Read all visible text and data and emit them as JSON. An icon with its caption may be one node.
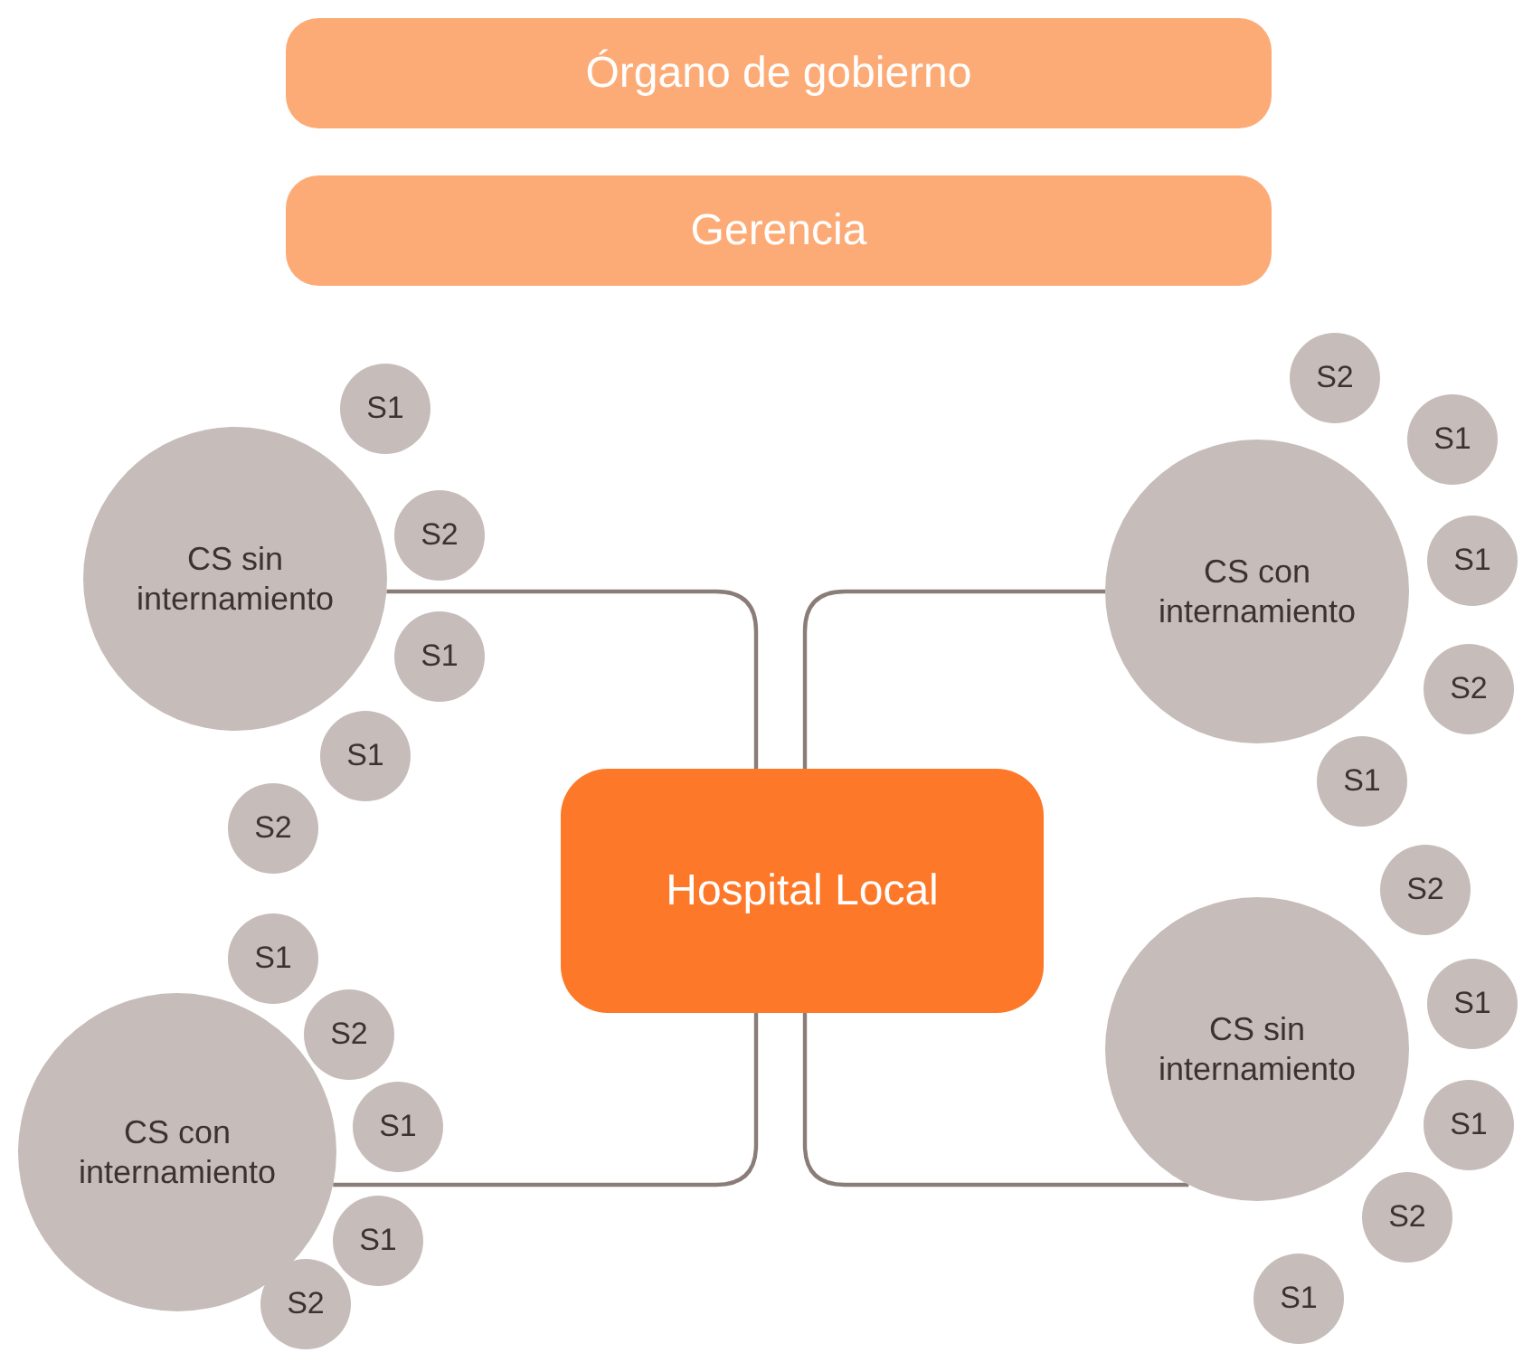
{
  "diagram": {
    "nodes": [
      {
        "text": [
          "Órgano de gobierno"
        ]
      },
      {
        "text": [
          "Gerencia"
        ]
      },
      {
        "text": [
          "Hospital Local"
        ]
      },
      {
        "text": [
          "CS sin internamiento"
        ]
      },
      {
        "text": [
          "S1"
        ]
      },
      {
        "text": [
          "S2"
        ]
      },
      {
        "text": [
          "S1"
        ]
      },
      {
        "text": [
          "S1"
        ]
      },
      {
        "text": [
          "S2"
        ]
      },
      {
        "text": [
          "CS con internamiento"
        ]
      },
      {
        "text": [
          "S2"
        ]
      },
      {
        "text": [
          "S1"
        ]
      },
      {
        "text": [
          "S1"
        ]
      },
      {
        "text": [
          "S2"
        ]
      },
      {
        "text": [
          "S1"
        ]
      },
      {
        "text": [
          "CS con internamiento"
        ]
      },
      {
        "text": [
          "S1"
        ]
      },
      {
        "text": [
          "S2"
        ]
      },
      {
        "text": [
          "S1"
        ]
      },
      {
        "text": [
          "S1"
        ]
      },
      {
        "text": [
          "S2"
        ]
      },
      {
        "text": [
          "CS sin internamiento"
        ]
      },
      {
        "text": [
          "S2"
        ]
      },
      {
        "text": [
          "S1"
        ]
      },
      {
        "text": [
          "S1"
        ]
      },
      {
        "text": [
          "S2"
        ]
      },
      {
        "text": [
          "S1"
        ]
      }
    ],
    "edges": [
      {
        "from": 3,
        "to": 2,
        "arrow": "none"
      },
      {
        "from": 9,
        "to": 2,
        "arrow": "none"
      },
      {
        "from": 15,
        "to": 2,
        "arrow": "none"
      },
      {
        "from": 21,
        "to": 2,
        "arrow": "none"
      }
    ]
  }
}
